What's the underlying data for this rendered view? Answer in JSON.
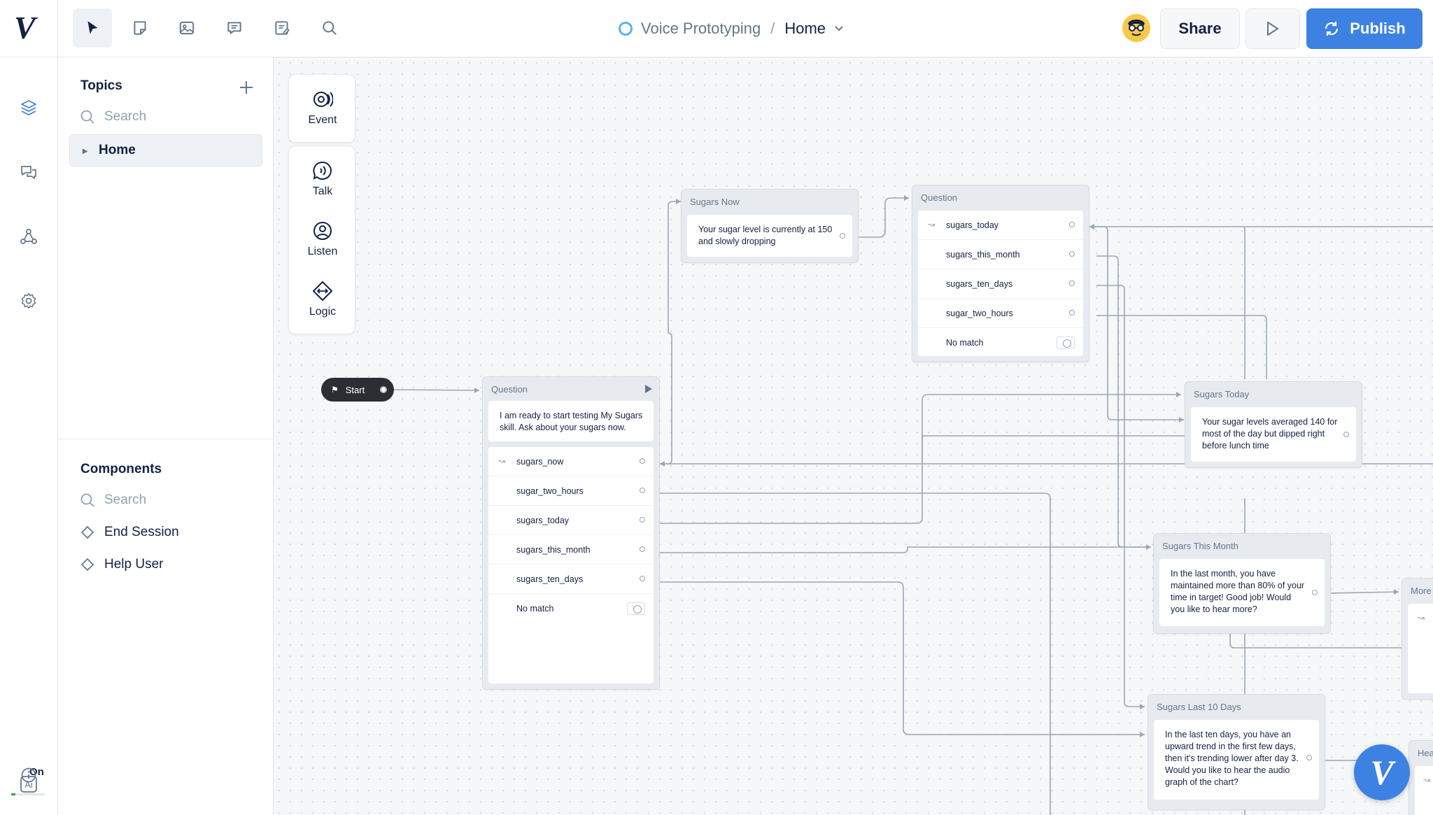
{
  "app": {
    "logo": "V"
  },
  "toolbar": {
    "tools": [
      "pointer",
      "sticky-note",
      "image",
      "comment",
      "edit-note",
      "search"
    ]
  },
  "breadcrumb": {
    "project": "Voice Prototyping",
    "separator": "/",
    "page": "Home"
  },
  "header": {
    "share_label": "Share",
    "publish_label": "Publish"
  },
  "rail": {
    "ai_label": "On",
    "ai_glyph": "Ai"
  },
  "topics": {
    "title": "Topics",
    "search_placeholder": "Search",
    "items": [
      {
        "label": "Home"
      }
    ]
  },
  "components": {
    "title": "Components",
    "search_placeholder": "Search",
    "items": [
      {
        "label": "End Session"
      },
      {
        "label": "Help User"
      }
    ]
  },
  "palette": {
    "event": "Event",
    "talk": "Talk",
    "listen": "Listen",
    "logic": "Logic"
  },
  "canvas": {
    "start_label": "Start",
    "question1": {
      "title": "Question",
      "prompt": "I am ready to start testing My Sugars skill. Ask about your sugars now.",
      "intents": [
        "sugars_now",
        "sugar_two_hours",
        "sugars_today",
        "sugars_this_month",
        "sugars_ten_days"
      ],
      "no_match": "No match"
    },
    "question2": {
      "title": "Question",
      "intents": [
        "sugars_today",
        "sugars_this_month",
        "sugars_ten_days",
        "sugar_two_hours"
      ],
      "no_match": "No match"
    },
    "sugars_now": {
      "title": "Sugars Now",
      "text": "Your sugar level is currently at 150 and slowly dropping"
    },
    "sugars_today": {
      "title": "Sugars Today",
      "text": "Your sugar levels averaged 140 for most of the day but dipped right before lunch time"
    },
    "sugars_month": {
      "title": "Sugars This Month",
      "text": "In the last month, you have maintained more than 80% of your time in target! Good job! Would you like to hear more?"
    },
    "sugars_10days": {
      "title": "Sugars Last 10 Days",
      "text": "In the last ten days, you have an upward trend in the first few days, then it's trending lower after day 3. Would you like to hear the audio graph of the chart?"
    },
    "more_block": {
      "title": "More"
    },
    "heal_block": {
      "title": "Hea"
    }
  },
  "fab": {
    "glyph": "V"
  }
}
